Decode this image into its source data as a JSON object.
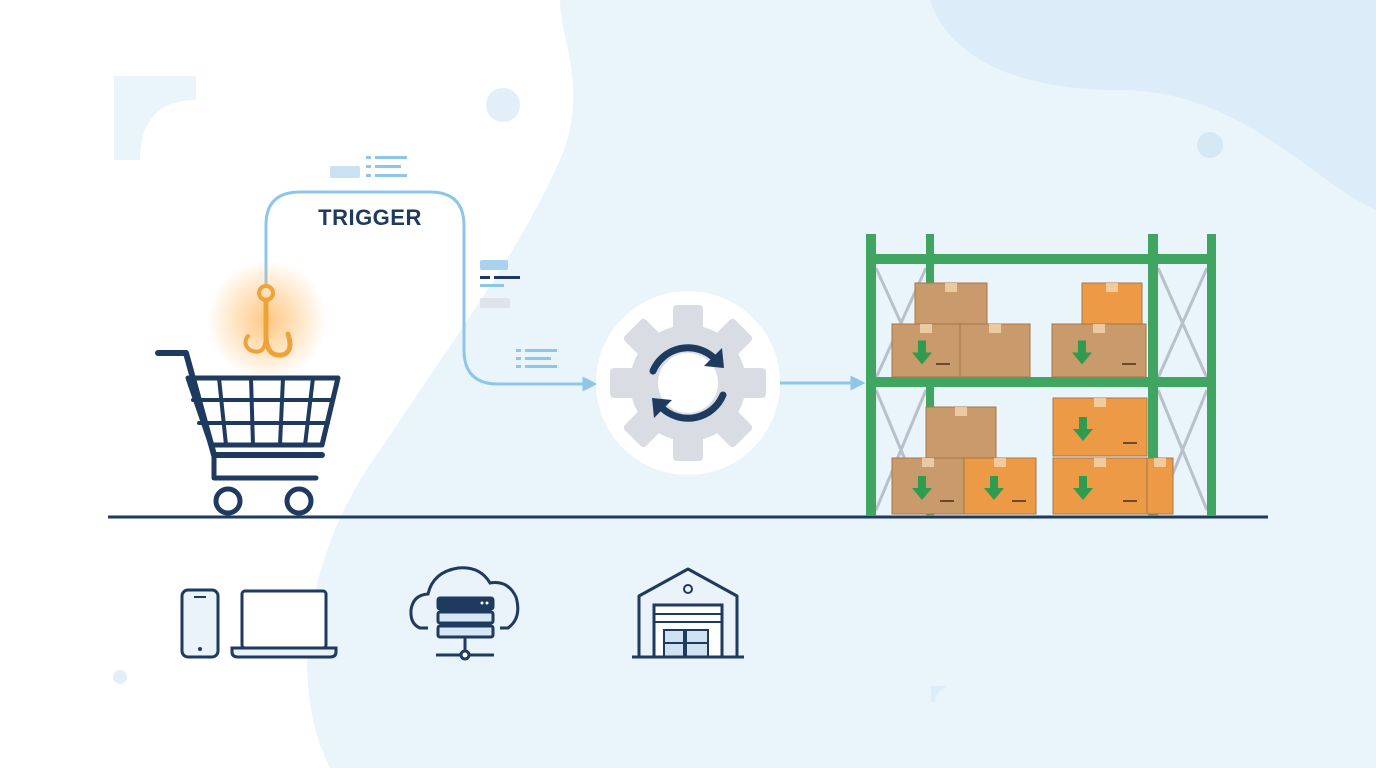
{
  "diagram": {
    "trigger_label": "TRIGGER",
    "colors": {
      "navy": "#1f3a5f",
      "flow_line": "#8ec6ea",
      "hook_orange": "#f0a23a",
      "gear_gray": "#d9dde3",
      "shelf_green": "#3fa560",
      "box_tan": "#c99a6b",
      "box_orange": "#ec9a45",
      "down_arrow_green": "#2f9b4f",
      "background_blob": "#e8f3fb"
    },
    "nodes": [
      {
        "id": "shopping-cart",
        "icon": "shopping-cart-icon"
      },
      {
        "id": "webhook-hook",
        "icon": "hook-icon"
      },
      {
        "id": "sync-gear",
        "icon": "gear-sync-icon"
      },
      {
        "id": "warehouse-shelf",
        "icon": "shelf-boxes-icon"
      }
    ],
    "bottom_icons": [
      "phone-icon",
      "laptop-icon",
      "cloud-server-icon",
      "warehouse-icon"
    ]
  }
}
